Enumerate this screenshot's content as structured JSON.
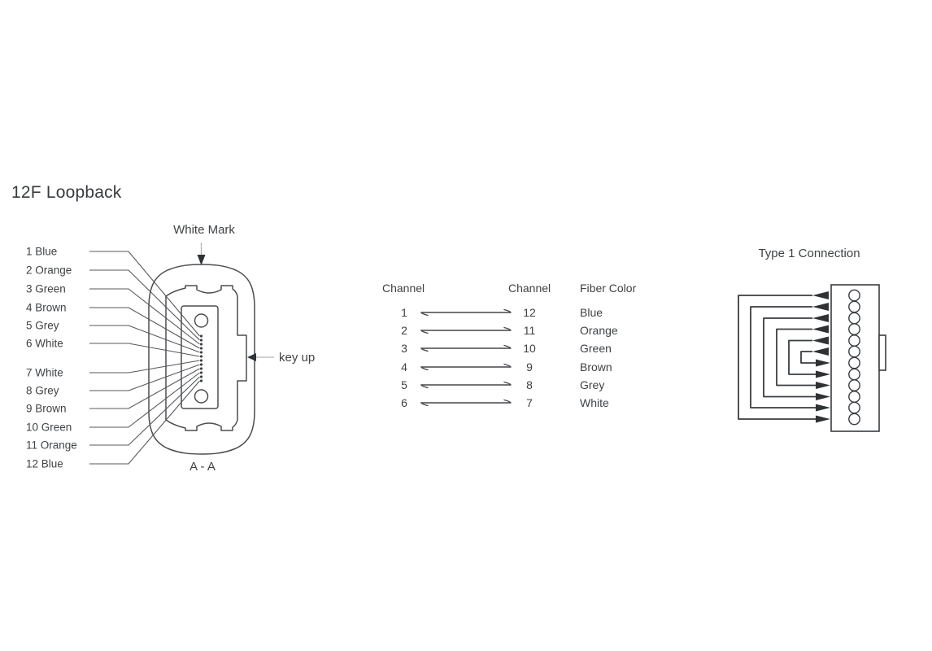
{
  "page": {
    "title": "12F Loopback",
    "background_color": "#ffffff",
    "line_color": "#4a4d50",
    "muted_line_color": "#b3b3b3",
    "text_color": "#3f4245"
  },
  "connector_view": {
    "white_mark_label": "White Mark",
    "key_up_label": "key up",
    "section_label": "A - A",
    "fiber_labels": [
      "1 Blue",
      "2 Orange",
      "3 Green",
      "4 Brown",
      "5 Grey",
      "6 White",
      "7 White",
      "8 Grey",
      "9 Brown",
      "10 Green",
      "11 Orange",
      "12 Blue"
    ]
  },
  "channel_table": {
    "header_left": "Channel",
    "header_right": "Channel",
    "header_color": "Fiber Color",
    "rows": [
      {
        "from": "1",
        "to": "12",
        "fiber_color": "Blue"
      },
      {
        "from": "2",
        "to": "11",
        "fiber_color": "Orange"
      },
      {
        "from": "3",
        "to": "10",
        "fiber_color": "Green"
      },
      {
        "from": "4",
        "to": "9",
        "fiber_color": "Brown"
      },
      {
        "from": "5",
        "to": "8",
        "fiber_color": "Grey"
      },
      {
        "from": "6",
        "to": "7",
        "fiber_color": "White"
      }
    ]
  },
  "type1_diagram": {
    "title": "Type 1 Connection",
    "port_count": 12,
    "loopback_pairs": [
      [
        1,
        12
      ],
      [
        2,
        11
      ],
      [
        3,
        10
      ],
      [
        4,
        9
      ],
      [
        5,
        8
      ],
      [
        6,
        7
      ]
    ]
  }
}
